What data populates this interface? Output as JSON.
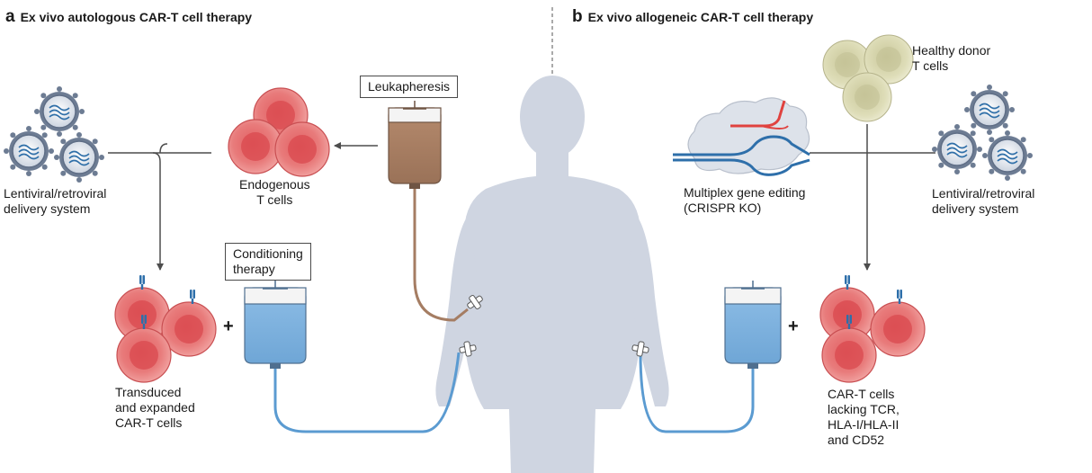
{
  "panel_a": {
    "letter": "a",
    "title": "Ex vivo autologous CAR-T cell therapy",
    "viral_label_1": "Lentiviral/retroviral",
    "viral_label_2": "delivery system",
    "endogenous_1": "Endogenous",
    "endogenous_2": "T cells",
    "leukapheresis": "Leukapheresis",
    "conditioning_1": "Conditioning",
    "conditioning_2": "therapy",
    "transduced_1": "Transduced",
    "transduced_2": "and expanded",
    "transduced_3": "CAR-T cells",
    "plus": "+"
  },
  "panel_b": {
    "letter": "b",
    "title": "Ex vivo allogeneic CAR-T cell therapy",
    "donor_1": "Healthy donor",
    "donor_2": "T cells",
    "editing_1": "Multiplex gene editing",
    "editing_2": "(CRISPR KO)",
    "viral_label_1": "Lentiviral/retroviral",
    "viral_label_2": "delivery system",
    "cart_1": "CAR-T cells",
    "cart_2": "lacking TCR,",
    "cart_3": "HLA-I/HLA-II",
    "cart_4": "and CD52",
    "plus": "+"
  },
  "colors": {
    "red_cell": "#e26a6a",
    "donor_cell": "#d7d6ad",
    "iv_blue": "#7fb2de",
    "tube_blue": "#5b9bd1",
    "blood_bag": "#a57d63",
    "body": "#cfd5e1",
    "arrow": "#4d4d4d"
  }
}
